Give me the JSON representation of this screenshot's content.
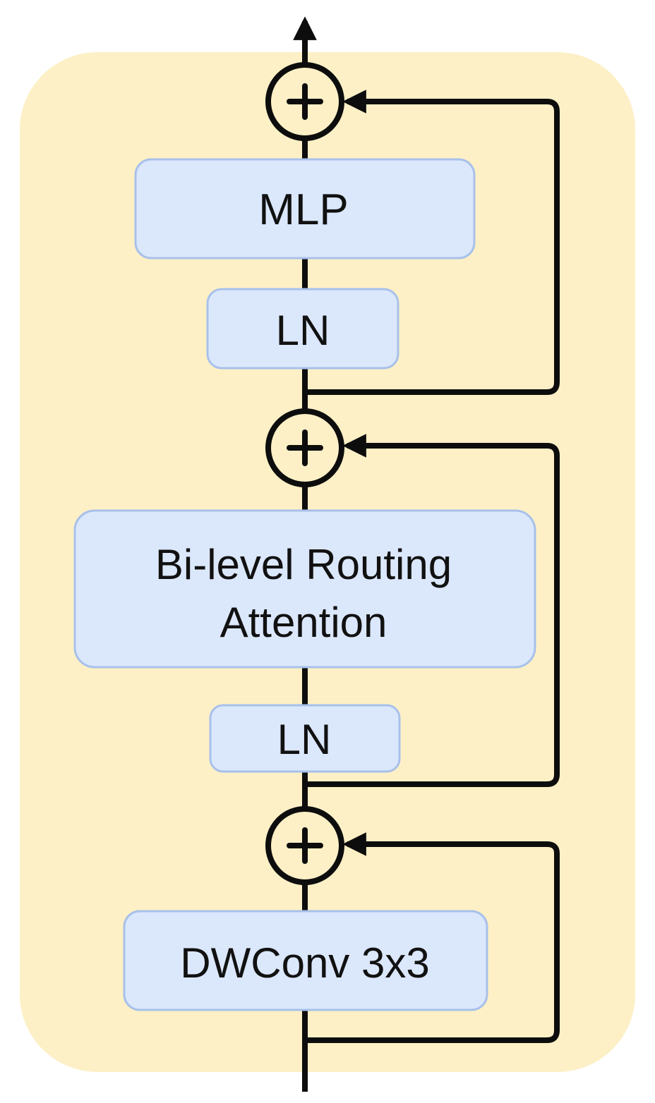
{
  "colors": {
    "container": "#fdf0c6",
    "block_fill": "#dbe7fb",
    "block_stroke": "#a8c1ea",
    "line": "#0d0d0d"
  },
  "blocks": {
    "mlp": "MLP",
    "ln_top": "LN",
    "attention_line1": "Bi-level Routing",
    "attention_line2": "Attention",
    "ln_bottom": "LN",
    "dwconv": "DWConv 3x3"
  },
  "adders": {
    "symbol": "+"
  }
}
